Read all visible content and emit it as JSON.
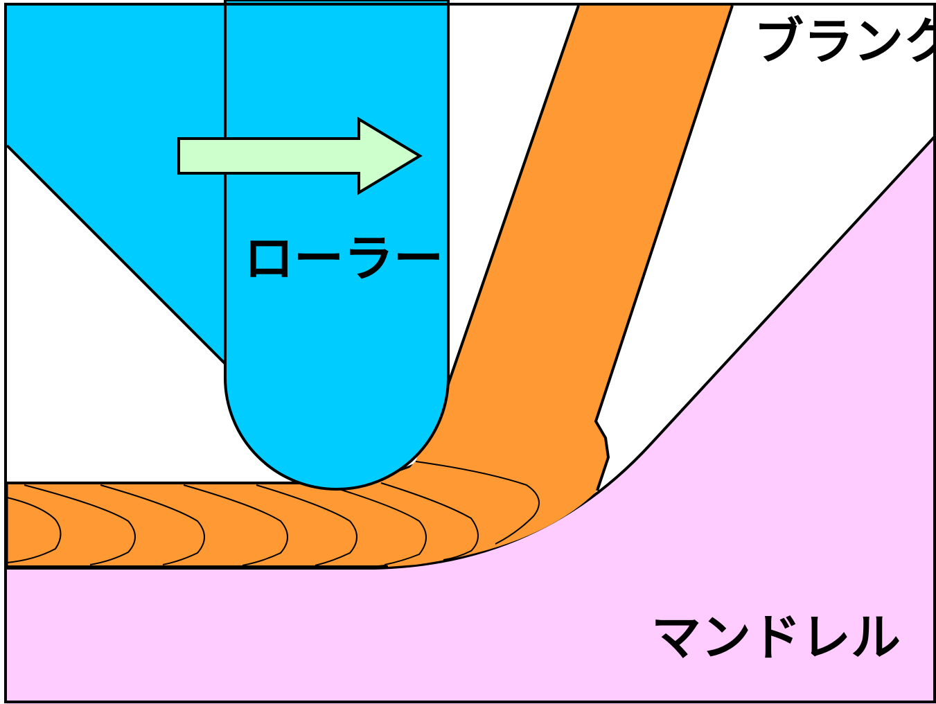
{
  "labels": {
    "blank": "ブランク",
    "roller": "ローラー",
    "mandrel": "マンドレル"
  },
  "colors": {
    "roller": "#00CCFF",
    "blank": "#FF9933",
    "mandrel": "#FFCCFF",
    "arrow": "#CCFFCC",
    "outline": "#000000",
    "background": "#FFFFFF"
  },
  "icons": {
    "feed_direction": "right-arrow-icon"
  }
}
